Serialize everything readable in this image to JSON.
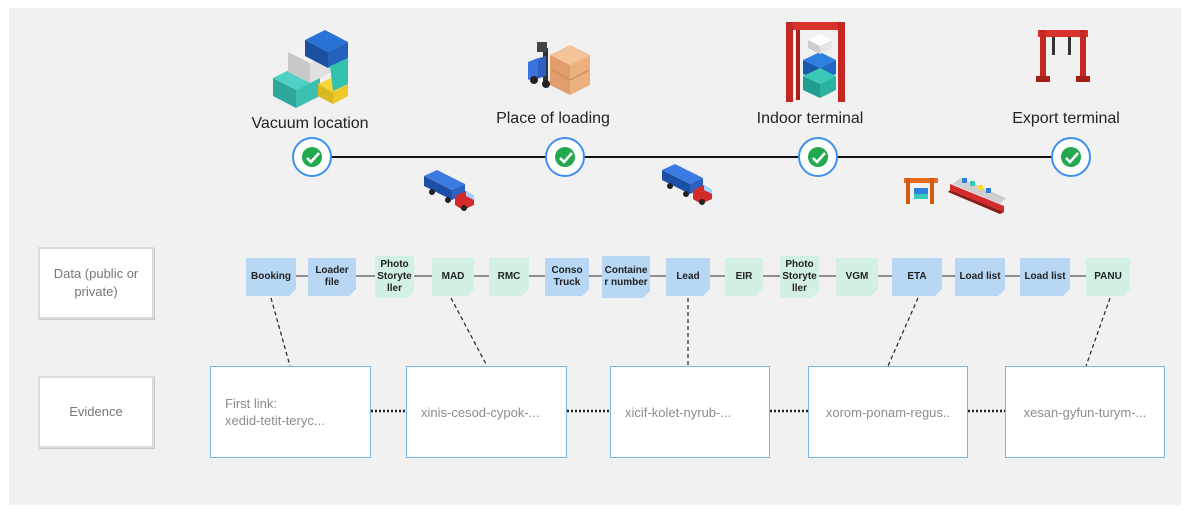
{
  "stops": [
    {
      "label": "Vacuum location",
      "icon": "containers-icon"
    },
    {
      "label": "Place of loading",
      "icon": "forklift-icon"
    },
    {
      "label": "Indoor terminal",
      "icon": "gantry-crane-icon"
    },
    {
      "label": "Export terminal",
      "icon": "crane-icon"
    }
  ],
  "rows": {
    "data_label": "Data (public or private)",
    "evidence_label": "Evidence"
  },
  "data_items": [
    {
      "label": "Booking",
      "color": "#b7d7f4"
    },
    {
      "label": "Loader file",
      "color": "#b7d7f4"
    },
    {
      "label": "Photo Storyteller",
      "color": "#d3f1e3"
    },
    {
      "label": "MAD",
      "color": "#d3f1e3"
    },
    {
      "label": "RMC",
      "color": "#d3f1e3"
    },
    {
      "label": "Conso Truck",
      "color": "#b7d7f4"
    },
    {
      "label": "Container number",
      "color": "#b7d7f4"
    },
    {
      "label": "Lead",
      "color": "#b7d7f4"
    },
    {
      "label": "EIR",
      "color": "#d3f1e3"
    },
    {
      "label": "Photo Storyteller",
      "color": "#d3f1e3"
    },
    {
      "label": "VGM",
      "color": "#d3f1e3"
    },
    {
      "label": "ETA",
      "color": "#b7d7f4"
    },
    {
      "label": "Load list",
      "color": "#b7d7f4"
    },
    {
      "label": "Load list",
      "color": "#b7d7f4"
    },
    {
      "label": "PANU",
      "color": "#d3f1e3"
    }
  ],
  "evidence": [
    {
      "prefix": "First link:",
      "text": "xedid-tetit-teryc..."
    },
    {
      "text": "xinis-cesod-cypok-..."
    },
    {
      "text": "xicif-kolet-nyrub-..."
    },
    {
      "text": "xorom-ponam-regus.."
    },
    {
      "text": "xesan-gyfun-turym-..."
    }
  ],
  "colors": {
    "blue_card": "#b7d7f4",
    "green_card": "#d3f1e3",
    "check_ring": "#3d8ff0",
    "check_fill": "#22a84d",
    "evidence_border": "#78b6ea"
  }
}
